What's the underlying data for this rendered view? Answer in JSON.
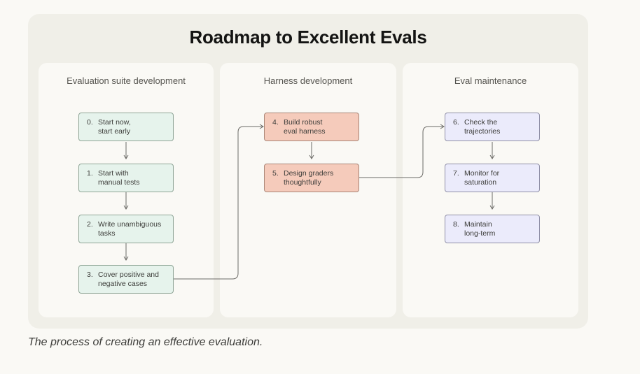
{
  "title": "Roadmap to Excellent Evals",
  "caption": "The process of creating an effective evaluation.",
  "stages": [
    {
      "title": "Evaluation suite development",
      "steps": [
        {
          "num": "0.",
          "text": "Start now,\nstart early"
        },
        {
          "num": "1.",
          "text": "Start with\nmanual tests"
        },
        {
          "num": "2.",
          "text": "Write unambiguous\ntasks"
        },
        {
          "num": "3.",
          "text": "Cover positive and\nnegative cases"
        }
      ]
    },
    {
      "title": "Harness development",
      "steps": [
        {
          "num": "4.",
          "text": "Build robust\neval harness"
        },
        {
          "num": "5.",
          "text": "Design graders\nthoughtfully"
        }
      ]
    },
    {
      "title": "Eval maintenance",
      "steps": [
        {
          "num": "6.",
          "text": "Check the\ntrajectories"
        },
        {
          "num": "7.",
          "text": "Monitor for\nsaturation"
        },
        {
          "num": "8.",
          "text": "Maintain\nlong-term"
        }
      ]
    }
  ],
  "colors": {
    "stage_0_fill": "#e6f3ec",
    "stage_1_fill": "#f5cbbb",
    "stage_2_fill": "#ebebfb",
    "connector": "#6b6a66"
  }
}
